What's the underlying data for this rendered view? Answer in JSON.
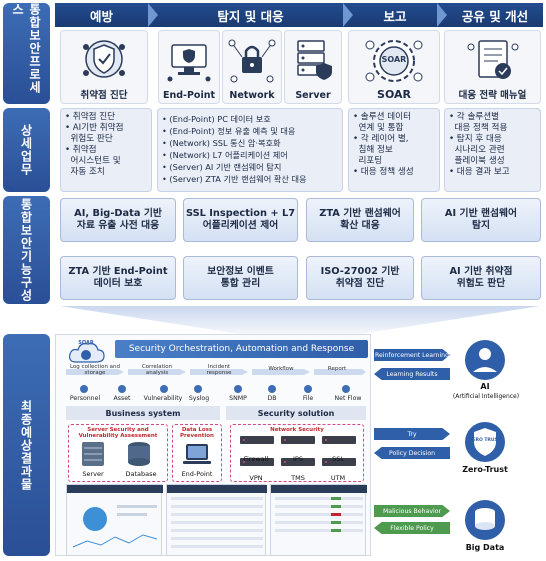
{
  "sidebar": {
    "process": "통합보안프로세스",
    "detail": "상세업무",
    "feature": "통합보안기능구성",
    "result": "최종예상결과물"
  },
  "phases": [
    "예방",
    "탐지 및 대응",
    "보고",
    "공유 및 개선"
  ],
  "cards": {
    "vuln": "취약점 진단",
    "endpoint": "End-Point",
    "network": "Network",
    "server": "Server",
    "soar": "SOAR",
    "manual": "대응 전략 매뉴얼",
    "soar_icon_text": "SOAR"
  },
  "details": {
    "col1": [
      "• 취약점 진단",
      "• AI기반 취약점",
      "  위험도 판단",
      "• 취약점",
      "  어시스턴트 및",
      "  자동 조치"
    ],
    "col2": [
      "• (End-Point) PC 데이터 보호",
      "• (End-Point) 정보 유출 예측 및 대응",
      "• (Network) SSL 통신 암·복호화",
      "• (Network) L7 어플리케이션 제어",
      "• (Server) AI 기반 랜섬웨어 탐지",
      "• (Server) ZTA 기반 랜섬웨어 확산 대응"
    ],
    "col3": [
      "• 솔루션 데이터",
      "  연계 및 통합",
      "• 각 레이어 별,",
      "  침해 정보",
      "  리포팅",
      "• 대응 정책 생성"
    ],
    "col4": [
      "• 각 솔루션별",
      "  대응 정책 적용",
      "• 탐지 후 대응",
      "  시나리오 관련",
      "  플레이북 생성",
      "• 대응 결과 보고"
    ]
  },
  "features": [
    "AI, Big-Data 기반\n자료 유출 사전 대응",
    "SSL Inspection + L7\n어플리케이션 제어",
    "ZTA 기반 랜섬웨어\n확산 대응",
    "AI 기반 랜섬웨어\n탐지",
    "ZTA 기반 End-Point\n데이터 보호",
    "보안정보 이벤트\n통합 관리",
    "ISO-27002 기반\n취약점 진단",
    "AI 기반 취약점\n위험도 판단"
  ],
  "result": {
    "soar_label": "SOAR",
    "banner": "Security Orchestration, Automation and Response",
    "flow": [
      "Log collection and\nstorage",
      "Correlation\nanalysis",
      "Incident\nresponse",
      "Workflow",
      "Report"
    ],
    "chips": [
      "Personnel",
      "Asset",
      "Vulnerability",
      "Syslog",
      "SNMP",
      "DB",
      "File",
      "Net Flow"
    ],
    "business": "Business system",
    "security": "Security solution",
    "svva": "Server Security and\nVulnerability Assessment",
    "dlp": "Data Loss\nPrevention",
    "netsec": "Network Security",
    "items": [
      "Server",
      "Database",
      "End-Point"
    ],
    "net_items": [
      "Firewall",
      "IPS",
      "SSL",
      "VPN",
      "TMS",
      "UTM"
    ]
  },
  "right": {
    "reinforcement": "Reinforcement Learning",
    "learning": "Learning Results",
    "ai": "AI",
    "ai_sub": "(Artificial Intelligence)",
    "try": "Try",
    "policy_decision": "Policy Decision",
    "zero": "Zero-Trust",
    "zt_icon": "ZERO TRUST",
    "malicious": "Malicious Behavior",
    "flexible": "Flexible Policy",
    "bigdata": "Big Data"
  },
  "colors": {
    "navy": "#234c8f",
    "accent": "#3d6db5",
    "pink": "#d04a8a",
    "green": "#4e9a4f",
    "red": "#c0272d"
  }
}
